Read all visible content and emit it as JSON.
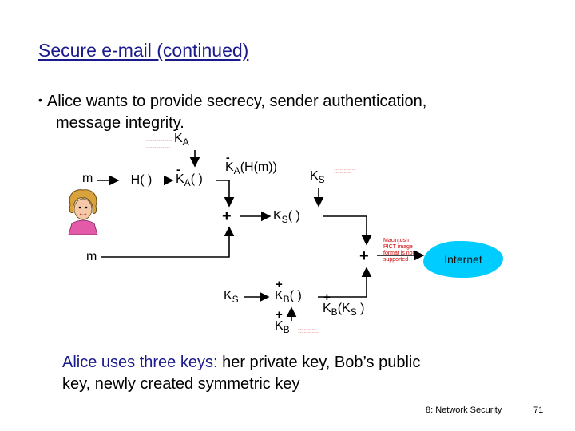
{
  "slide": {
    "title": "Secure e-mail (continued)",
    "bullet_line1": "Alice wants to provide secrecy, sender authentication,",
    "bullet_line2": "message integrity.",
    "caption_hi": "Alice uses three keys:",
    "caption_rest1": " her private key, Bob’s public",
    "caption_line2": "key, newly created symmetric key",
    "footer": "8: Network Security",
    "page_number": "71"
  },
  "diagram": {
    "m_top": "m",
    "m_bottom": "m",
    "hash_box": "H( )",
    "ka_priv_label": "K",
    "ka_priv_sub": "A",
    "ka_fn": "K",
    "ka_fn_sub": "A",
    "ka_fn_tail": "( )",
    "signed_label": "K",
    "signed_sub": "A",
    "signed_tail": "(H(m))",
    "ks_label": "K",
    "ks_sub": "S",
    "ks_fn": "K",
    "ks_fn_sub": "S",
    "ks_fn_tail": "( )",
    "ks_bottom": "K",
    "ks_bottom_sub": "S",
    "kb_fn": "K",
    "kb_fn_sub": "B",
    "kb_fn_tail": "( )",
    "kb_result": "K",
    "kb_result_sub": "B",
    "kb_result_tail": "(K",
    "kb_result_inner_sub": "S",
    "kb_result_close": " )",
    "kb_pub": "K",
    "kb_pub_sub": "B",
    "internet": "Internet",
    "pict_text": "Macintosh PICT image format is not supported"
  },
  "colors": {
    "title": "#1a1a8c",
    "internet_cloud": "#00ccff",
    "arrows": "#000000"
  }
}
